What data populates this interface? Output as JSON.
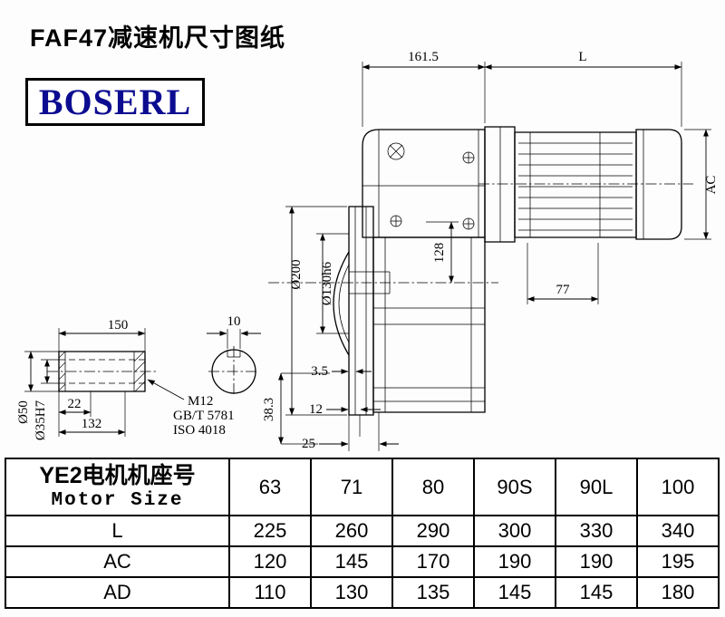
{
  "colors": {
    "line": "#000000",
    "logo_text": "#0c0c91",
    "background": "#ffffff"
  },
  "header": {
    "title": "FAF47减速机尺寸图纸",
    "logo": "BOSERL"
  },
  "drawing": {
    "dims": {
      "len161": "161.5",
      "motor_len": "L",
      "ac": "AC",
      "flange_od": "Ø200",
      "spigot": "Ø130h6",
      "h128": "128",
      "w77": "77",
      "t35": "3.5",
      "t12": "12",
      "t25": "25",
      "t383": "38.3",
      "shaft_len": "150",
      "key_w": "10",
      "shaft_od": "Ø50",
      "bore": "Ø35H7",
      "l22": "22",
      "l132": "132"
    },
    "notes": {
      "thread": "M12",
      "std1": "GB/T 5781",
      "std2": "ISO 4018"
    }
  },
  "table": {
    "header": {
      "cn": "YE2电机机座号",
      "en": "Motor Size"
    },
    "sizes": [
      "63",
      "71",
      "80",
      "90S",
      "90L",
      "100"
    ],
    "rows": [
      {
        "label": "L",
        "values": [
          "225",
          "260",
          "290",
          "300",
          "330",
          "340"
        ]
      },
      {
        "label": "AC",
        "values": [
          "120",
          "145",
          "170",
          "190",
          "190",
          "195"
        ]
      },
      {
        "label": "AD",
        "values": [
          "110",
          "130",
          "135",
          "145",
          "145",
          "180"
        ]
      }
    ]
  }
}
